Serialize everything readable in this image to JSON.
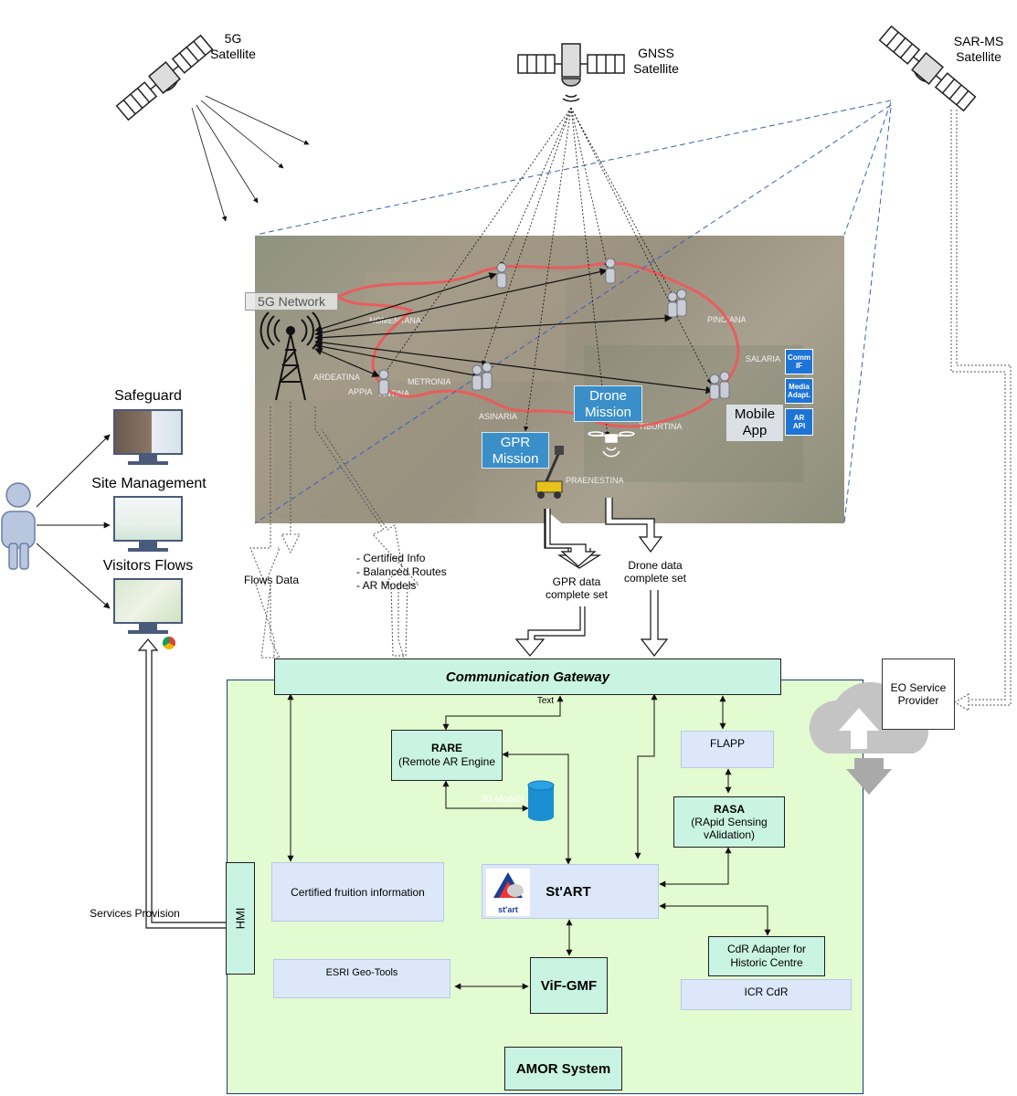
{
  "satellites": {
    "fiveg": "5G\nSatellite",
    "gnss": "GNSS\nSatellite",
    "sarms": "SAR-MS\nSatellite"
  },
  "map": {
    "network_label": "5G Network",
    "place_names": [
      "ARDEATINA",
      "APPIA",
      "ANTINA",
      "METRONIA",
      "ASINARIA",
      "TIBURTINA",
      "PRAENESTINA",
      "NOMENTANA",
      "PINCIANA",
      "SALARIA"
    ],
    "gpr_mission": "GPR\nMission",
    "drone_mission": "Drone\nMission",
    "mobile_app": "Mobile\nApp",
    "side_buttons": [
      "Comm\nIF",
      "Media\nAdapt.",
      "AR\nAPI"
    ]
  },
  "users": {
    "safeguard": "Safeguard",
    "site_management": "Site Management",
    "visitors_flows": "Visitors Flows",
    "services_provision": "Services Provision"
  },
  "flows": {
    "flows_data": "Flows Data",
    "certified_list": [
      "- Certified Info",
      "- Balanced Routes",
      "- AR Models"
    ],
    "gpr_data": "GPR data\ncomplete set",
    "drone_data": "Drone data\ncomplete set",
    "text_label": "Text",
    "models_label": "3D Models"
  },
  "system": {
    "gateway": "Communication Gateway",
    "rare_title": "RARE",
    "rare_sub": "(Remote AR Engine",
    "flapp": "FLAPP",
    "rasa_title": "RASA",
    "rasa_sub": "(RApid Sensing\nvAlidation)",
    "certified": "Certified fruition information",
    "start": "St'ART",
    "start_logo": "st'art",
    "hmi": "HMI",
    "cdr_adapter": "CdR Adapter for\nHistoric Centre",
    "esri": "ESRI Geo-Tools",
    "vif": "ViF-GMF",
    "icr": "ICR CdR",
    "amor": "AMOR System",
    "eo_provider": "EO Service\nProvider"
  },
  "colors": {
    "amor_bg": "#e3fbd0",
    "box_green": "#c9f3e2",
    "box_blue": "#dce8fa",
    "mission_blue": "#3a8fc9",
    "route_red": "#f0575a"
  },
  "icons": [
    "satellite-icon",
    "antenna-tower-icon",
    "user-icon",
    "monitor-icon",
    "database-icon",
    "cloud-upload-icon",
    "drone-icon",
    "gpr-robot-icon",
    "chrome-icon"
  ]
}
